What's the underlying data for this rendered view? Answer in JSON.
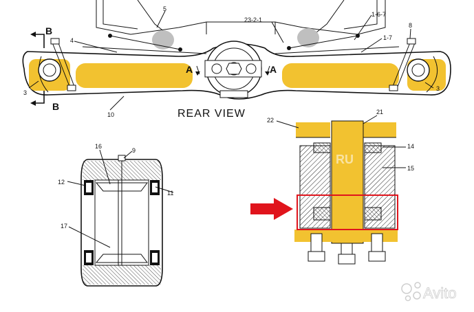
{
  "rear_view": {
    "title": "REAR VIEW",
    "section_labels": [
      "B",
      "B",
      "A",
      "A"
    ],
    "part_numbers": [
      "5",
      "23-2-1",
      "1-6-7",
      "1-7",
      "8",
      "4",
      "3",
      "3",
      "10"
    ]
  },
  "bearing_detail": {
    "part_numbers": [
      "16",
      "9",
      "12",
      "11",
      "17"
    ]
  },
  "pin_detail": {
    "part_numbers": [
      "22",
      "21",
      "14",
      "15"
    ],
    "watermark": "RU"
  },
  "colors": {
    "highlight_yellow": "#f2c230",
    "callout_red": "#e0141c",
    "line": "#111111"
  },
  "logo": {
    "text": "Avito"
  }
}
